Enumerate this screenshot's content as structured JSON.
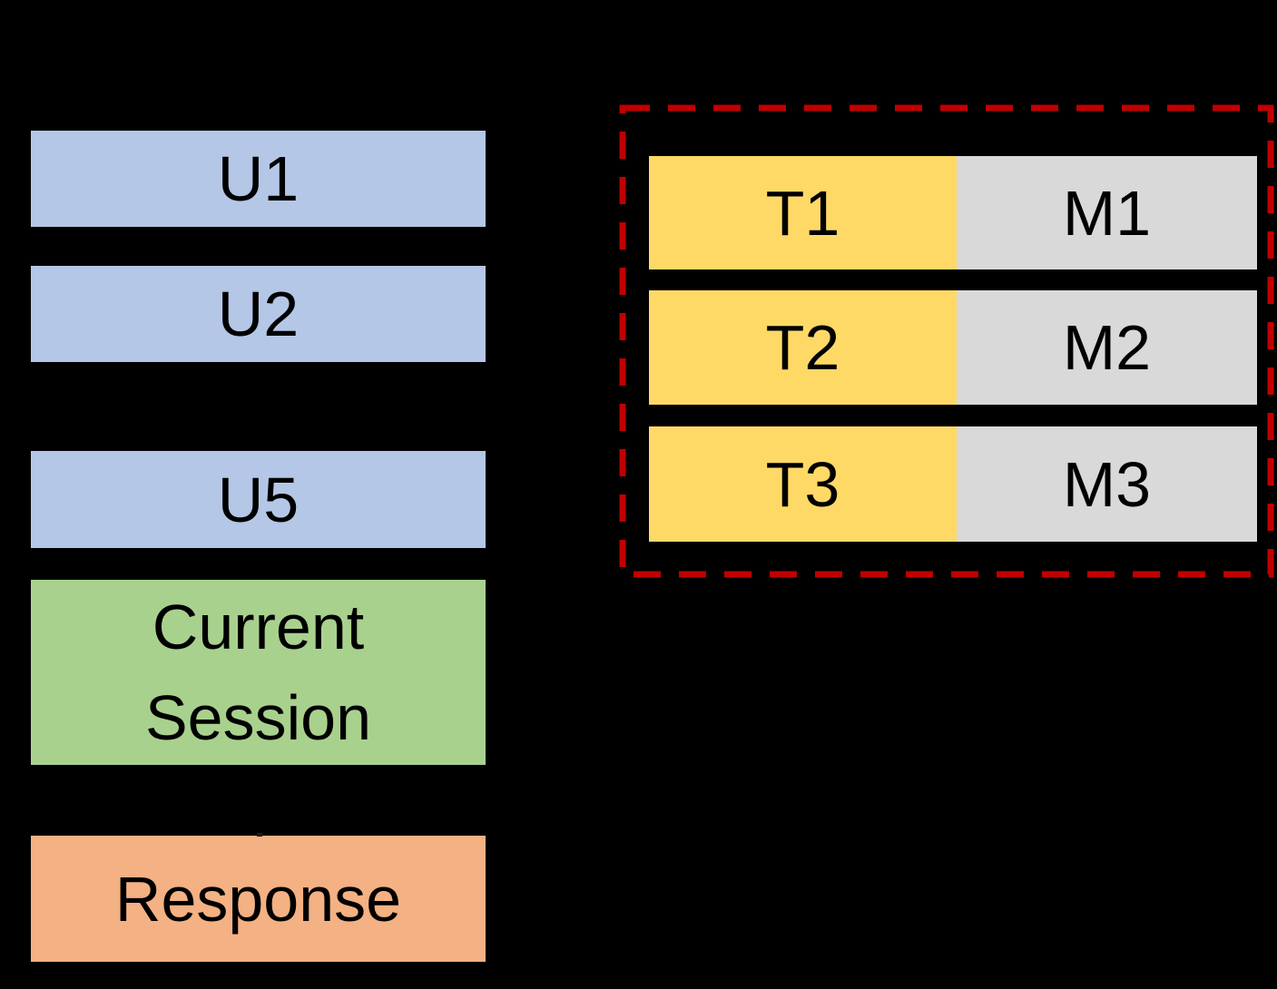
{
  "diagram": {
    "session_column": {
      "utterances": [
        {
          "label": "U1"
        },
        {
          "label": "U2"
        },
        {
          "label": "U5"
        }
      ],
      "current_session": {
        "line1": "Current",
        "line2": "Session"
      },
      "response_label": "Response"
    },
    "memory_panel": {
      "rows": [
        {
          "turn": "T1",
          "memory": "M1"
        },
        {
          "turn": "T2",
          "memory": "M2"
        },
        {
          "turn": "T3",
          "memory": "M3"
        }
      ]
    },
    "colors": {
      "background": "#000000",
      "utterance_box": "#b4c7e7",
      "current_session_box": "#a9d18e",
      "response_box": "#f4b183",
      "turn_box": "#ffd966",
      "memory_box": "#d9d9d9",
      "dashed_border": "#c00000",
      "text": "#000000"
    }
  }
}
